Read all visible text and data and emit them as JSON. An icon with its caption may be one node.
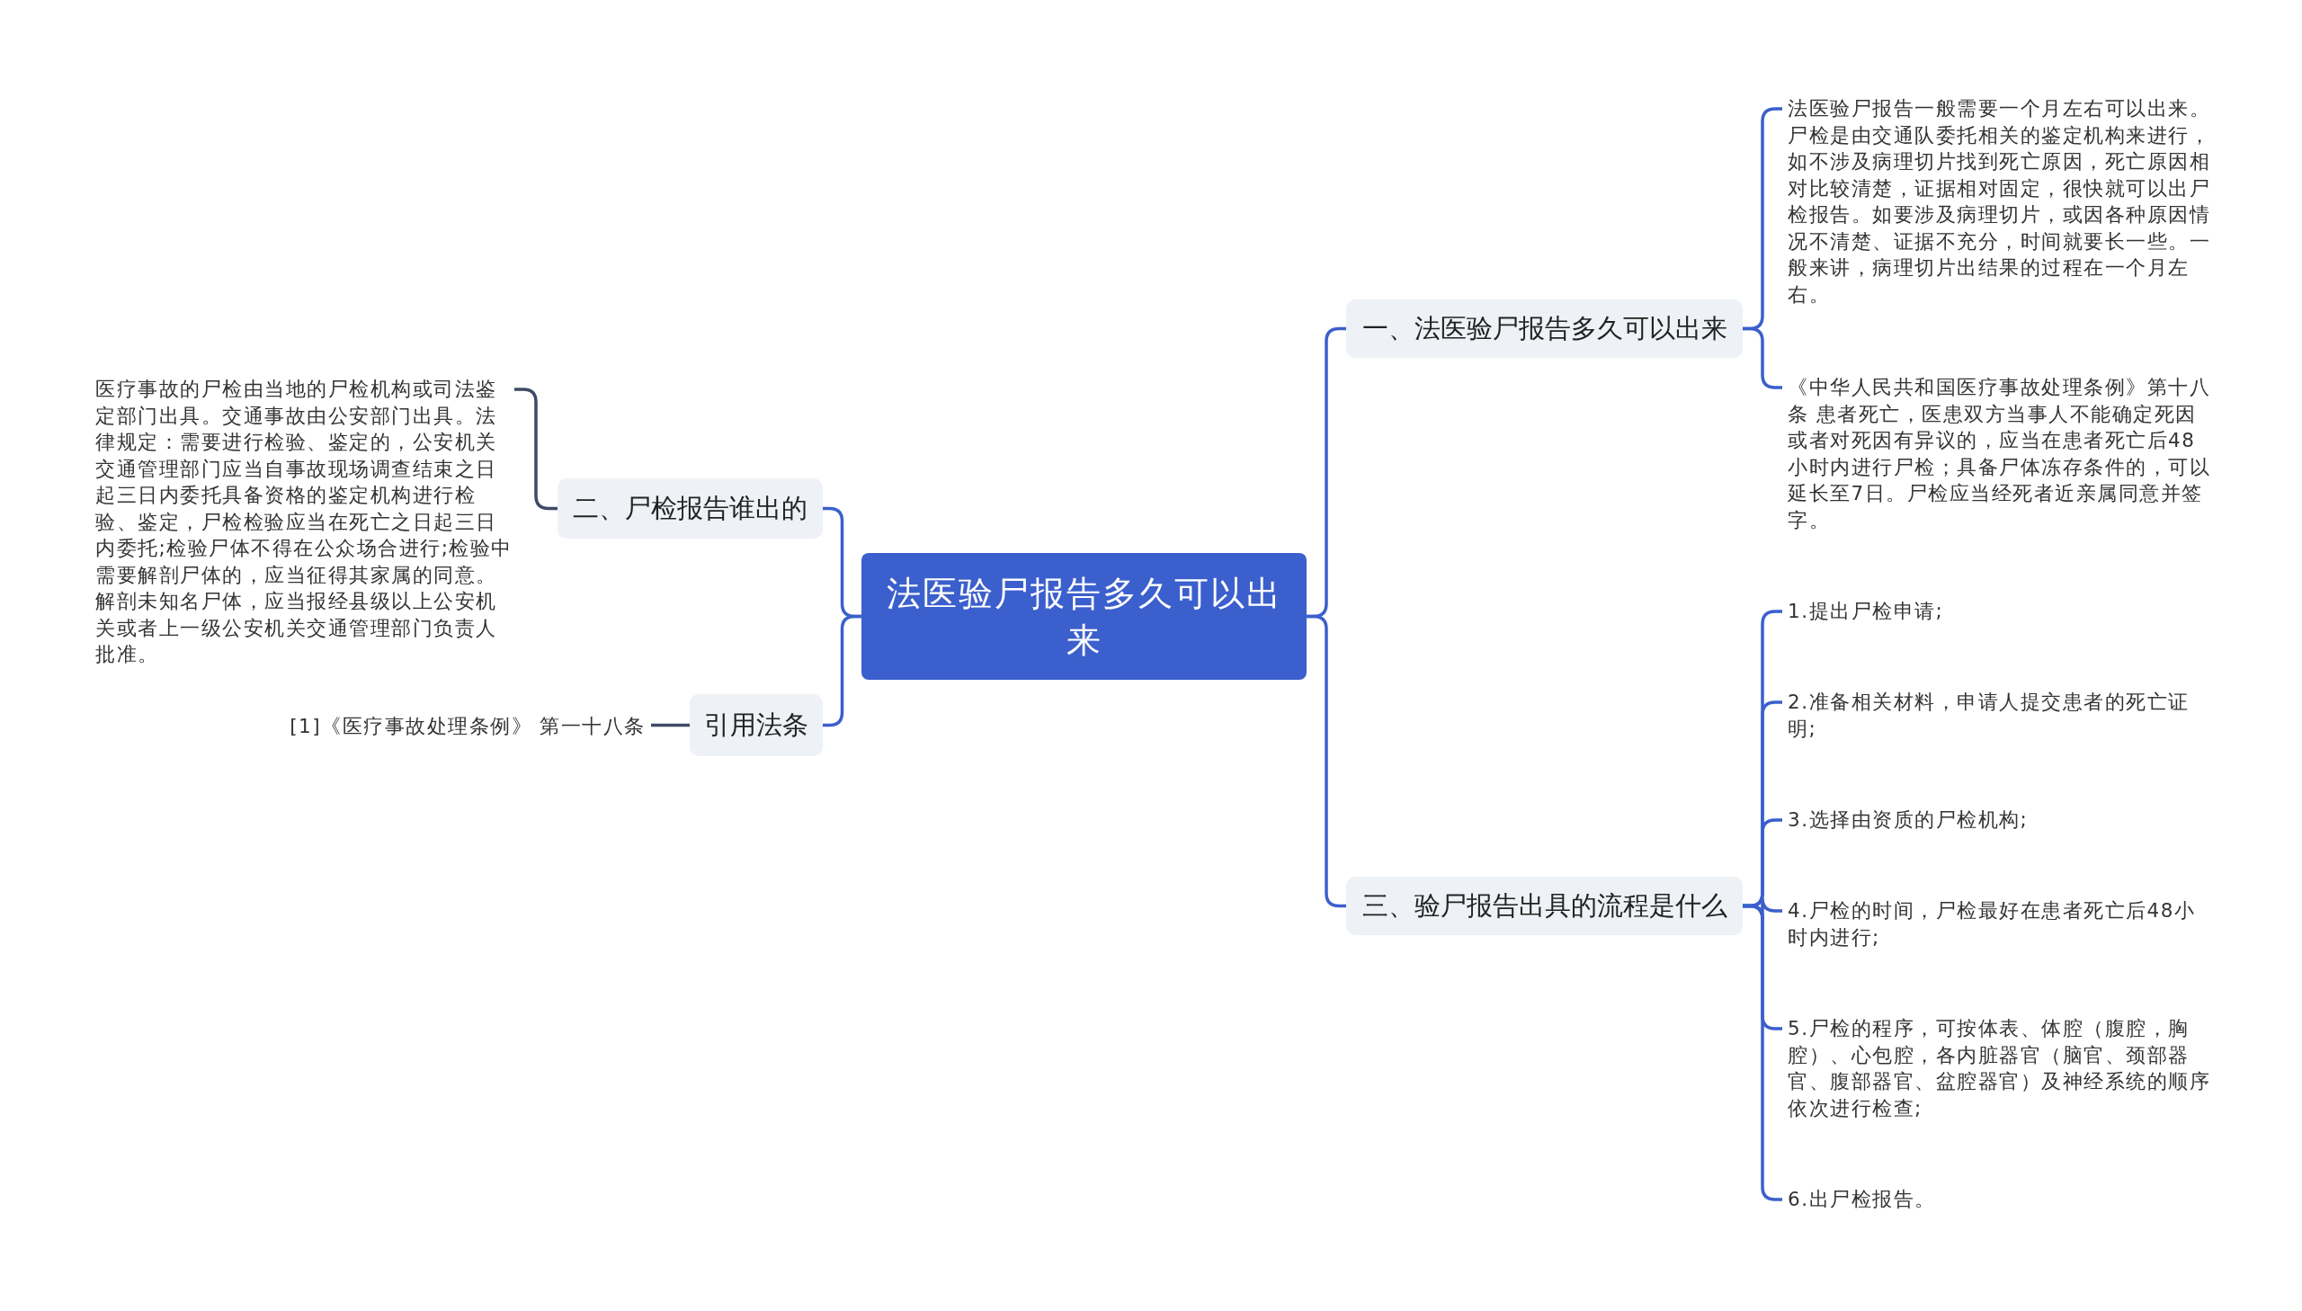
{
  "diagram": {
    "nodes": [
      {
        "text": [
          "法医验尸报告多久可以出来"
        ]
      },
      {
        "text": [
          "一、法医验尸报告多久可以出来"
        ]
      },
      {
        "text": [
          "法医验尸报告一般需要一个月左右可以出来。尸检是由交通队委托相关的鉴定机构来进行，如不涉及病理切片找到死亡原因，死亡原因相对比较清楚，证据相对固定，很快就可以出尸检报告。如要涉及病理切片，或因各种原因情况不清楚、证据不充分，时间就要长一些。一般来讲，病理切片出结果的过程在一个月左右。"
        ]
      },
      {
        "text": [
          "《中华人民共和国医疗事故处理条例》第十八条 患者死亡，医患双方当事人不能确定死因或者对死因有异议的，应当在患者死亡后48小时内进行尸检；具备尸体冻存条件的，可以延长至7日。尸检应当经死者近亲属同意并签字。"
        ]
      },
      {
        "text": [
          "三、验尸报告出具的流程是什么"
        ]
      },
      {
        "text": [
          "1.提出尸检申请;"
        ]
      },
      {
        "text": [
          "2.准备相关材料，申请人提交患者的死亡证明;"
        ]
      },
      {
        "text": [
          "3.选择由资质的尸检机构;"
        ]
      },
      {
        "text": [
          "4.尸检的时间，尸检最好在患者死亡后48小时内进行;"
        ]
      },
      {
        "text": [
          "5.尸检的程序，可按体表、体腔（腹腔，胸腔）、心包腔，各内脏器官（脑官、颈部器官、腹部器官、盆腔器官）及神经系统的顺序依次进行检查;"
        ]
      },
      {
        "text": [
          "6.出尸检报告。"
        ]
      },
      {
        "text": [
          "二、尸检报告谁出的"
        ]
      },
      {
        "text": [
          "医疗事故的尸检由当地的尸检机构或司法鉴定部门出具。交通事故由公安部门出具。法律规定：需要进行检验、鉴定的，公安机关交通管理部门应当自事故现场调查结束之日起三日内委托具备资格的鉴定机构进行检验、鉴定，尸检检验应当在死亡之日起三日内委托;检验尸体不得在公众场合进行;检验中需要解剖尸体的，应当征得其家属的同意。解剖未知名尸体，应当报经县级以上公安机关或者上一级公安机关交通管理部门负责人批准。"
        ]
      },
      {
        "text": [
          "引用法条"
        ]
      },
      {
        "text": [
          "[1]《医疗事故处理条例》 第一十八条"
        ]
      }
    ],
    "edges": [
      {
        "from": 0,
        "to": 1,
        "arrow": "none"
      },
      {
        "from": 1,
        "to": 2,
        "arrow": "none"
      },
      {
        "from": 1,
        "to": 3,
        "arrow": "none"
      },
      {
        "from": 0,
        "to": 4,
        "arrow": "none"
      },
      {
        "from": 4,
        "to": 5,
        "arrow": "none"
      },
      {
        "from": 4,
        "to": 6,
        "arrow": "none"
      },
      {
        "from": 4,
        "to": 7,
        "arrow": "none"
      },
      {
        "from": 4,
        "to": 8,
        "arrow": "none"
      },
      {
        "from": 4,
        "to": 9,
        "arrow": "none"
      },
      {
        "from": 4,
        "to": 10,
        "arrow": "none"
      },
      {
        "from": 0,
        "to": 11,
        "arrow": "none"
      },
      {
        "from": 11,
        "to": 12,
        "arrow": "none",
        "color": "#3f4a66"
      },
      {
        "from": 0,
        "to": 13,
        "arrow": "none"
      },
      {
        "from": 13,
        "to": 14,
        "arrow": "none",
        "color": "#3f4a66"
      }
    ]
  }
}
